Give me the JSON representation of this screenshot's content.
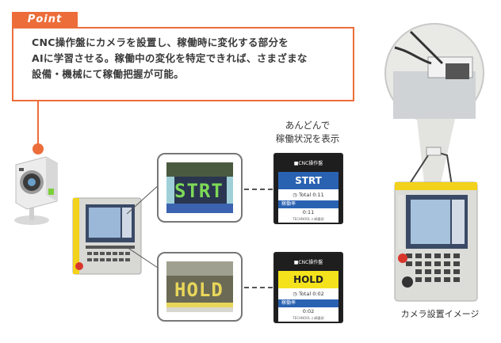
{
  "point": {
    "tag": "Point",
    "lines": [
      "CNC操作盤にカメラを設置し、稼働時に変化する部分を",
      "AIに学習させる。稼働中の変化を特定できれば、さまざまな",
      "設備・機械にて稼働把握が可能。"
    ]
  },
  "andon_label": [
    "あんどんで",
    "稼働状況を表示"
  ],
  "zoom_running_text": "STRT",
  "zoom_stopped_text": "HOLD",
  "display_running": {
    "title": "■CNC操作盤",
    "status": "STRT",
    "total": "◷ Total 0:11",
    "rate_label": "稼働率",
    "time": "0:11",
    "brand": "TECHNOOL 川崎重研"
  },
  "display_stopped": {
    "title": "■CNC操作盤",
    "status": "HOLD",
    "total": "◷ Total 0:02",
    "rate_label": "稼働率",
    "time": "0:02",
    "brand": "TECHNOOL 川崎重研"
  },
  "camera_caption": "カメラ設置イメージ",
  "colors": {
    "accent": "#ec6d3a",
    "running_status": "#2a62b2",
    "stopped_status": "#f4e21c",
    "lcd_green": "#7ed957",
    "lcd_yellow": "#e8d65a"
  },
  "icons": [
    "security-camera-icon",
    "cnc-control-panel-icon"
  ]
}
